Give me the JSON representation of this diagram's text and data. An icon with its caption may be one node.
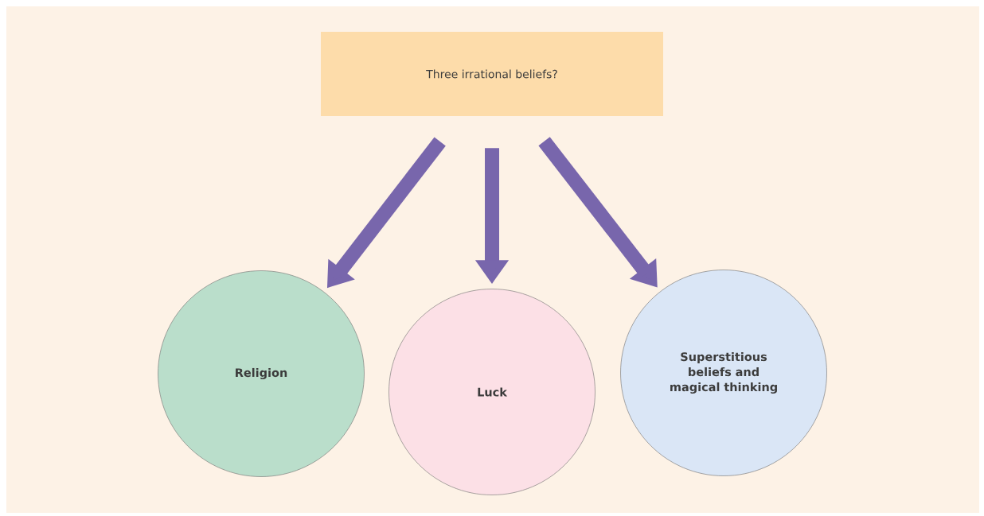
{
  "diagram": {
    "nodes": [
      {
        "text": [
          "Three irrational beliefs?"
        ]
      },
      {
        "text": [
          "Religion"
        ]
      },
      {
        "text": [
          "Luck"
        ]
      },
      {
        "text": [
          "Superstitious beliefs and magical thinking"
        ]
      }
    ],
    "edges": [
      {
        "from": 0,
        "to": 1,
        "arrow": "to"
      },
      {
        "from": 0,
        "to": 2,
        "arrow": "to"
      },
      {
        "from": 0,
        "to": 3,
        "arrow": "to"
      }
    ]
  }
}
